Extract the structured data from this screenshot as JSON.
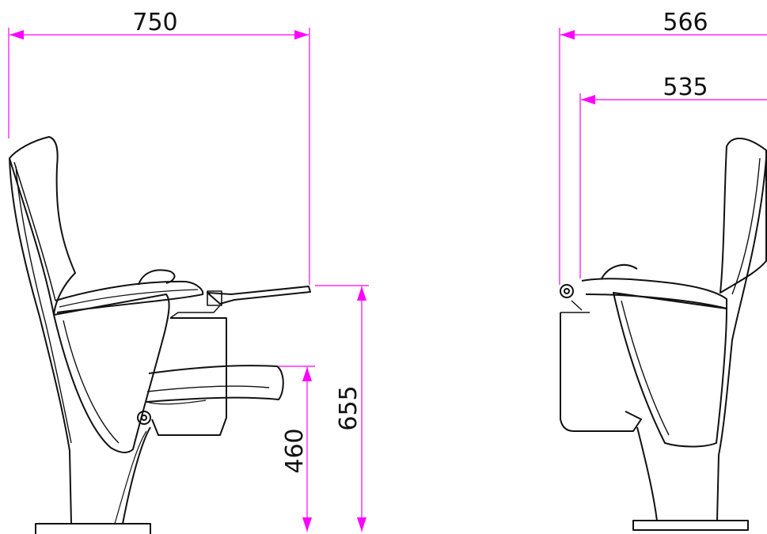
{
  "dimensions": {
    "overall_depth": "750",
    "overall_height": "655",
    "seat_height": "460",
    "overall_width": "566",
    "seat_width": "535"
  },
  "colors": {
    "dimension_line": "#ff00ff",
    "outline": "#111111",
    "background": "#ffffff"
  }
}
